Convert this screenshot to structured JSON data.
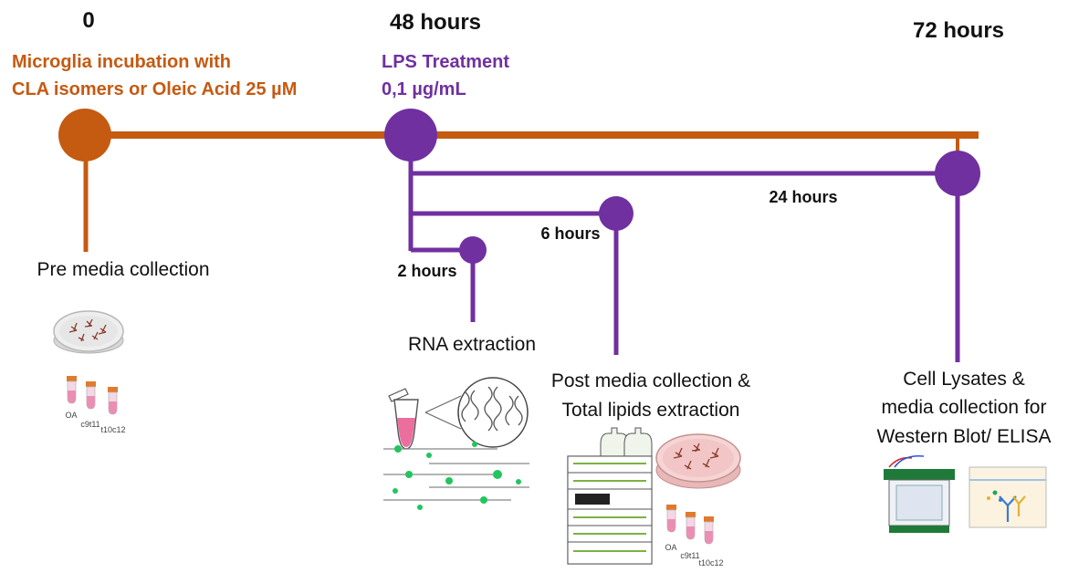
{
  "colors": {
    "orange": "#C55A11",
    "purple": "#7030A0",
    "black": "#111111"
  },
  "timepoints": {
    "t0": "0",
    "t48": "48 hours",
    "t72": "72 hours"
  },
  "steps": {
    "incubation": {
      "line1": "Microglia incubation with",
      "line2": "CLA isomers or Oleic Acid 25 µM"
    },
    "lps": {
      "line1": "LPS Treatment",
      "line2": "0,1 µg/mL"
    }
  },
  "durations": {
    "d2": "2 hours",
    "d6": "6 hours",
    "d24": "24 hours"
  },
  "outcomes": {
    "pre_media": "Pre media collection",
    "rna": "RNA extraction",
    "post_media": {
      "line1": "Post media collection &",
      "line2": "Total lipids extraction"
    },
    "lysates": {
      "line1": "Cell Lysates &",
      "line2": "media collection for",
      "line3": "Western Blot/ ELISA"
    }
  },
  "tube_labels": {
    "oa": "OA",
    "c9t11": "c9t11",
    "t10c12": "t10c12"
  },
  "icons": [
    "petri-dish-icon",
    "sample-tubes-icon",
    "microtube-icon",
    "rna-helix-icon",
    "hplc-instrument-icon",
    "western-blot-tank-icon",
    "elisa-antibody-icon"
  ]
}
